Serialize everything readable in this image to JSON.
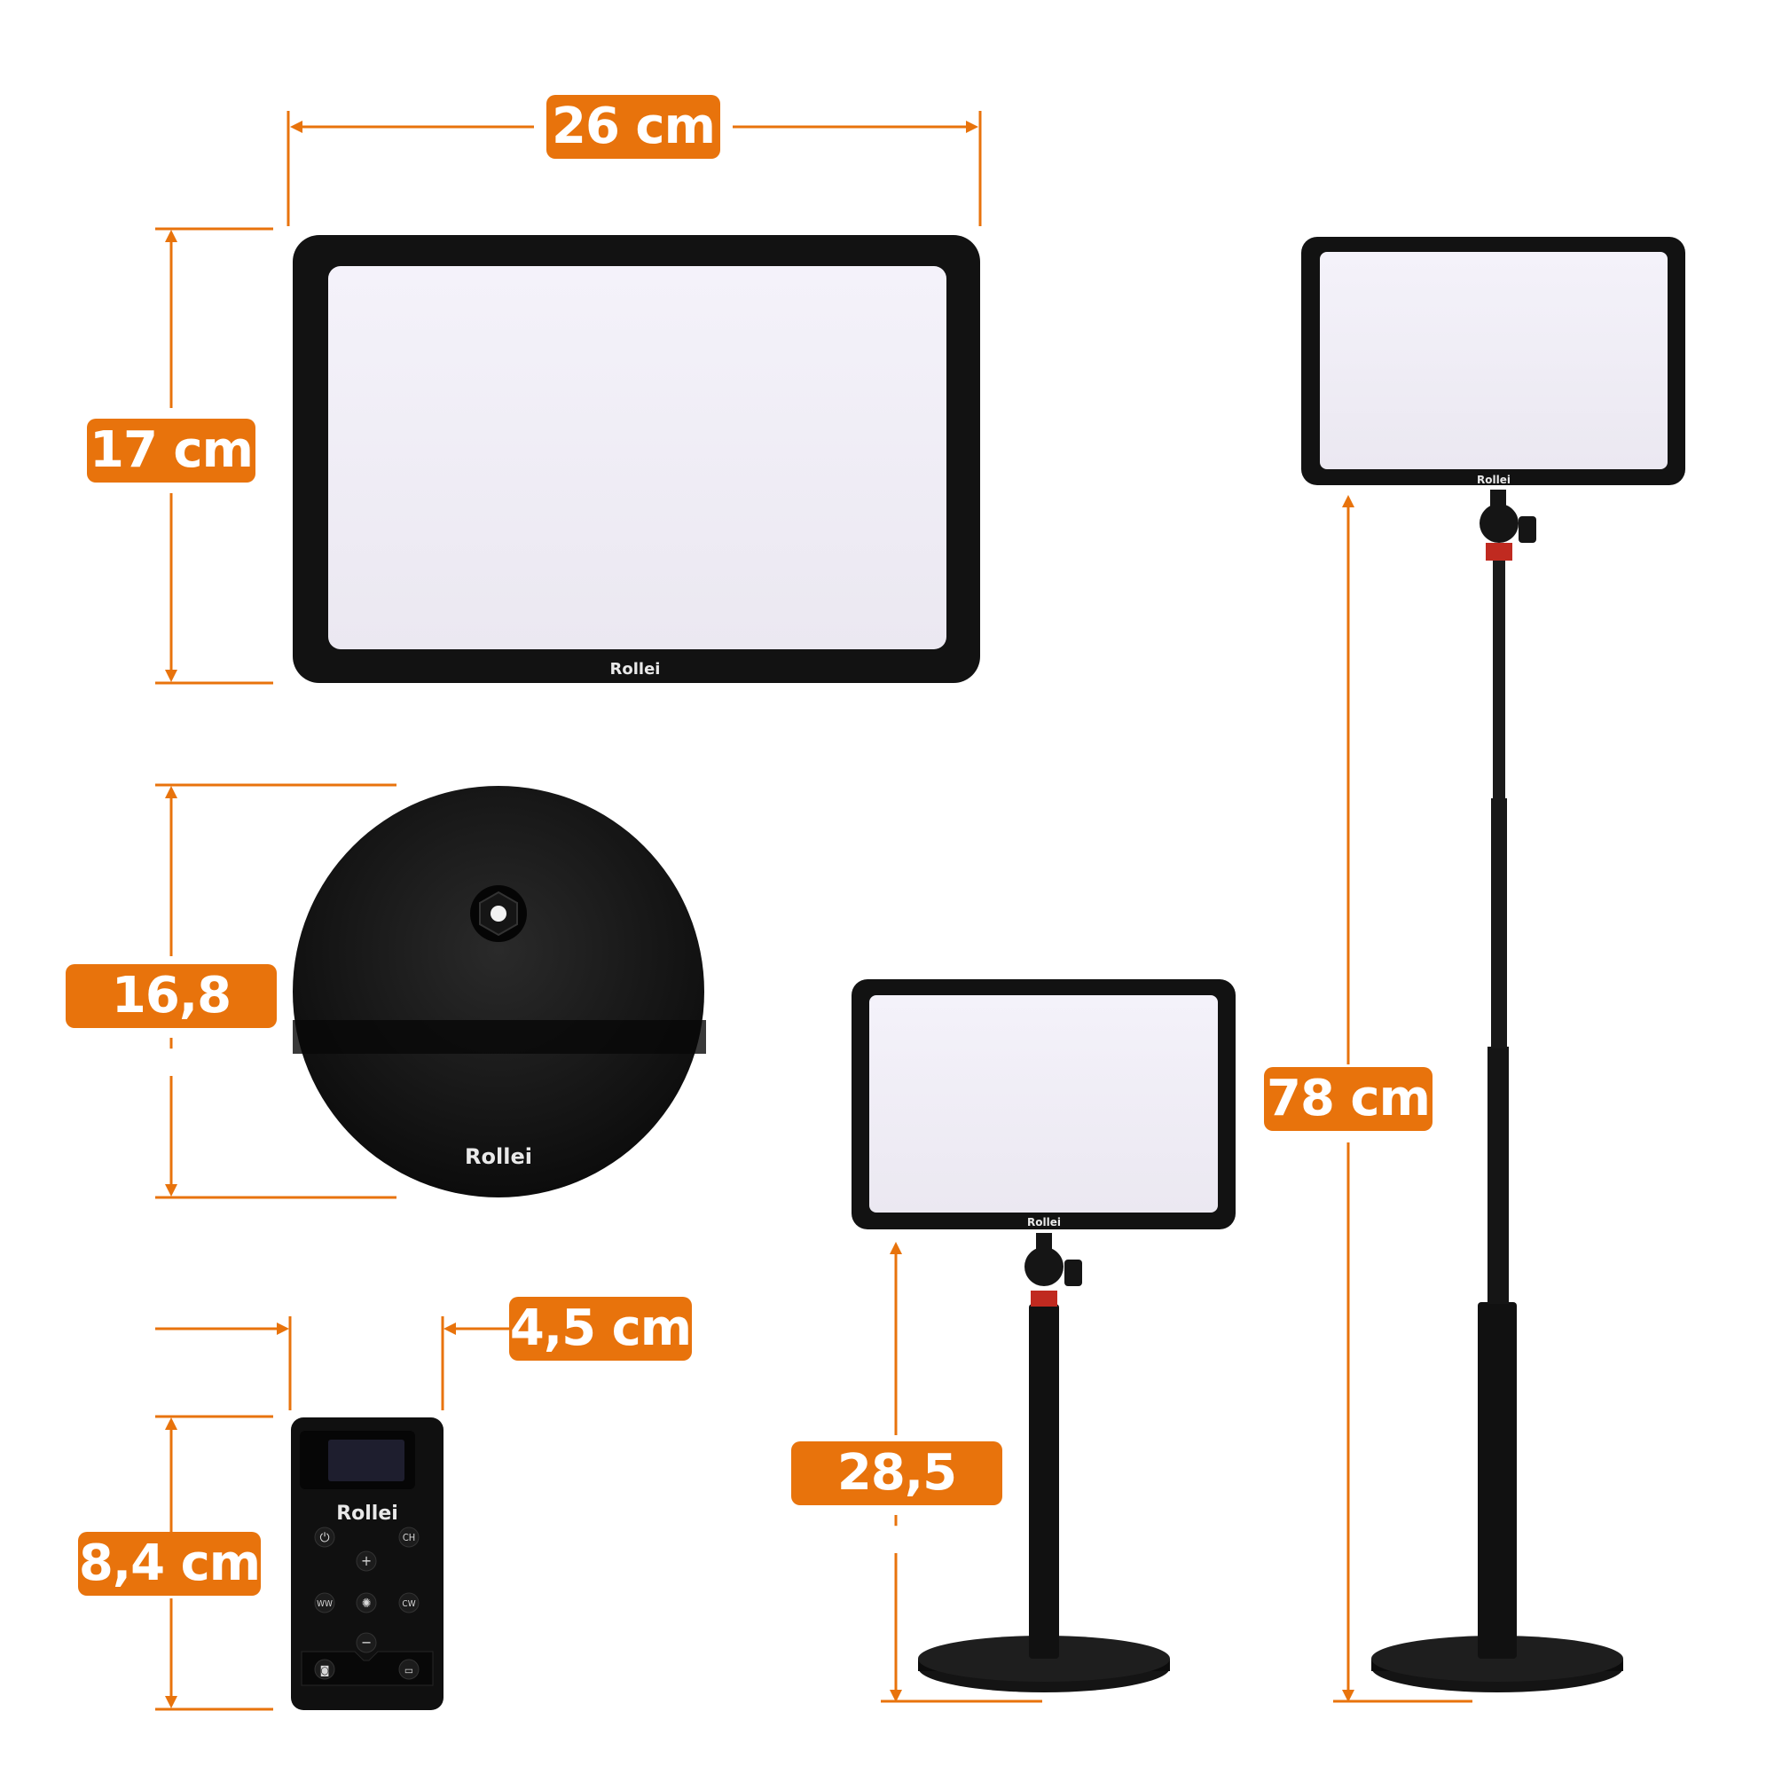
{
  "brand": "Rollei",
  "accent_color": "#e8730c",
  "dimensions": {
    "panel_width": "26 cm",
    "panel_height": "17 cm",
    "base_diameter": "16,8 cm",
    "remote_width": "4,5 cm",
    "remote_height": "8,4 cm",
    "short_stand_height": "28,5 cm",
    "tall_stand_height": "78 cm"
  },
  "remote_buttons": {
    "channel": "CH",
    "plus": "+",
    "warm_white": "WW",
    "cool_white": "CW",
    "minus": "−"
  }
}
